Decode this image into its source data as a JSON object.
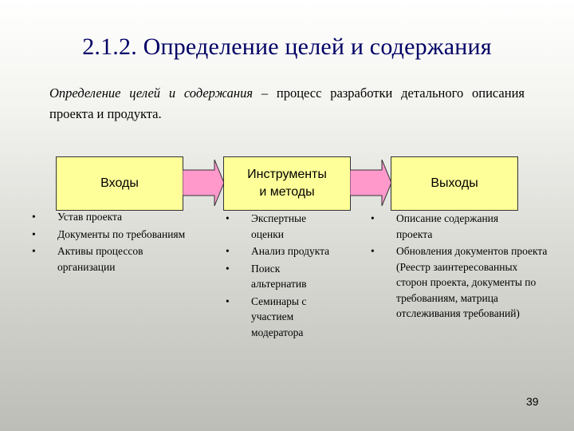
{
  "slide": {
    "title": "2.1.2. Определение целей и содержания",
    "definition": {
      "term": "Определение целей и содержания",
      "text": " – процесс разработки детального описания проекта и продукта."
    },
    "colors": {
      "title": "#000066",
      "box_fill": "#ffff99",
      "arrow_fill": "#ff99cc"
    },
    "boxes": [
      {
        "label": "Входы"
      },
      {
        "label": "Инструменты\nи методы"
      },
      {
        "label": "Выходы"
      }
    ],
    "lists": {
      "inputs": [
        "Устав проекта",
        "Документы по требованиям",
        "Активы процессов организации"
      ],
      "tools": [
        "Экспертные оценки",
        "Анализ продукта",
        "Поиск альтернатив",
        "Семинары с участием модератора"
      ],
      "outputs": [
        "Описание содержания проекта",
        "Обновления документов проекта (Реестр заинтересованных сторон проекта, документы по требованиям, матрица отслеживания требований)"
      ]
    },
    "bullet": "•",
    "page_number": "39"
  }
}
